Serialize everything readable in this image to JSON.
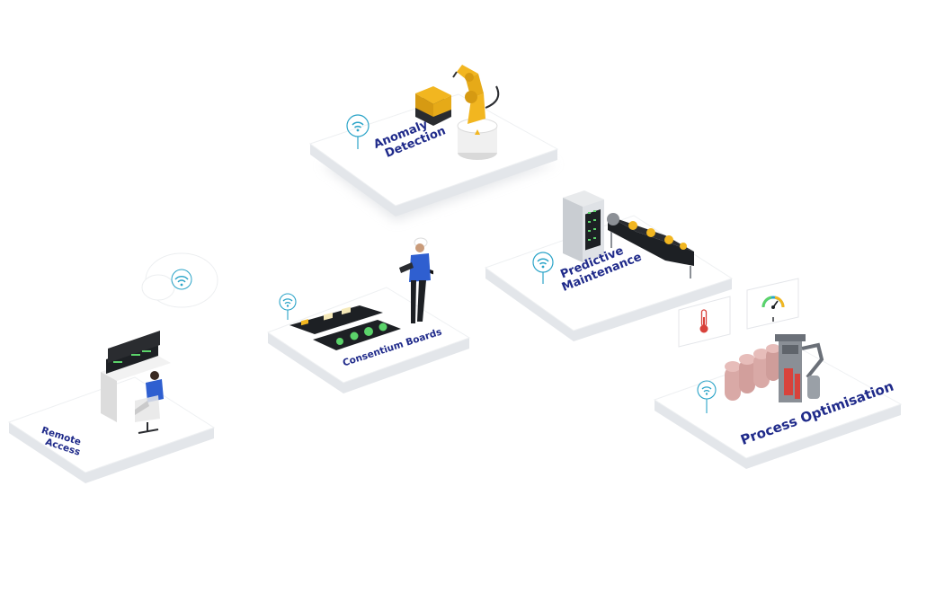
{
  "colors": {
    "label": "#1f2a8a",
    "platform_top": "#ffffff",
    "platform_side": "#e3e6ea",
    "platform_shadow": "#d5d8dd",
    "wifi": "#2ba4c8",
    "robot_yellow": "#f2b620",
    "panel_dark": "#1d2024",
    "led_green": "#5bd36a",
    "worker_blue": "#2f5fd0",
    "tank_pink": "#d9a9a6",
    "pipe_red": "#d8423b"
  },
  "platforms": [
    {
      "id": "anomaly",
      "lines": [
        "Anomaly",
        "Detection"
      ],
      "icon": "wifi-icon"
    },
    {
      "id": "predictive",
      "lines": [
        "Predictive",
        "Maintenance"
      ],
      "icon": "wifi-icon"
    },
    {
      "id": "consentium",
      "lines": [
        "Consentium Boards"
      ],
      "icon": "wifi-icon"
    },
    {
      "id": "remote",
      "lines": [
        "Remote",
        "Access"
      ],
      "icon": "wifi-icon"
    },
    {
      "id": "process",
      "lines": [
        "Process Optimisation"
      ],
      "icon": "wifi-icon"
    }
  ],
  "floating_tiles": [
    {
      "icon": "cloud-wifi-icon"
    },
    {
      "icon": "thermometer-icon"
    },
    {
      "icon": "gauge-icon"
    }
  ]
}
